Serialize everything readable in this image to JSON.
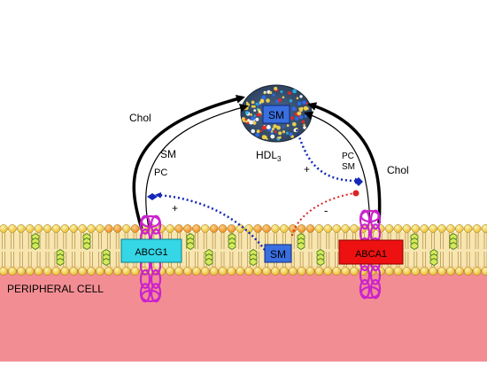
{
  "labels": {
    "hdl_base": "HDL",
    "hdl_sub": "3",
    "sm_particle": "SM",
    "chol_left": "Chol",
    "sm_left": "SM",
    "pc_left": "PC",
    "plus_left": "+",
    "pc_right": "PC",
    "sm_right": "SM",
    "plus_right": "+",
    "minus_right": "-",
    "chol_right": "Chol",
    "abcg1": "ABCG1",
    "abca1": "ABCA1",
    "sm_membrane": "SM",
    "peripheral_cell": "PERIPHERAL CELL"
  },
  "colors": {
    "cell": "#f28e93",
    "abcg1": "#35d6e6",
    "abca1": "#ee1111",
    "sm_box": "#3a6fe0",
    "blue_path": "#1428b8",
    "red_path": "#dd2222",
    "transporter_coil": "#cc22cc",
    "head_yellow": "#f3d24a",
    "head_orange": "#f0a02a"
  }
}
